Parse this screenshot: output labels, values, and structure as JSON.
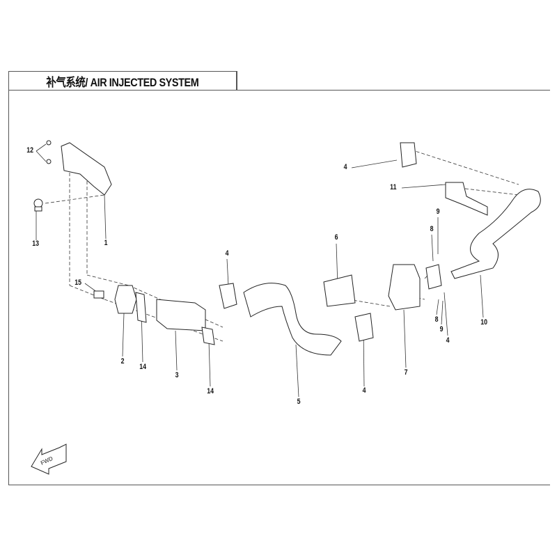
{
  "title": "补气系统/ AIR INJECTED SYSTEM",
  "fwd_label": "FWD",
  "callouts": [
    {
      "id": "c12",
      "text": "12"
    },
    {
      "id": "c13",
      "text": "13"
    },
    {
      "id": "c1",
      "text": "1"
    },
    {
      "id": "c15",
      "text": "15"
    },
    {
      "id": "c2",
      "text": "2"
    },
    {
      "id": "c14a",
      "text": "14"
    },
    {
      "id": "c3",
      "text": "3"
    },
    {
      "id": "c14b",
      "text": "14"
    },
    {
      "id": "c4a",
      "text": "4"
    },
    {
      "id": "c5",
      "text": "5"
    },
    {
      "id": "c6",
      "text": "6"
    },
    {
      "id": "c4b",
      "text": "4"
    },
    {
      "id": "c7",
      "text": "7"
    },
    {
      "id": "c4c",
      "text": "4"
    },
    {
      "id": "c11",
      "text": "11"
    },
    {
      "id": "c9a",
      "text": "9"
    },
    {
      "id": "c8a",
      "text": "8"
    },
    {
      "id": "c8b",
      "text": "8"
    },
    {
      "id": "c9b",
      "text": "9"
    },
    {
      "id": "c4d",
      "text": "4"
    },
    {
      "id": "c10",
      "text": "10"
    }
  ]
}
